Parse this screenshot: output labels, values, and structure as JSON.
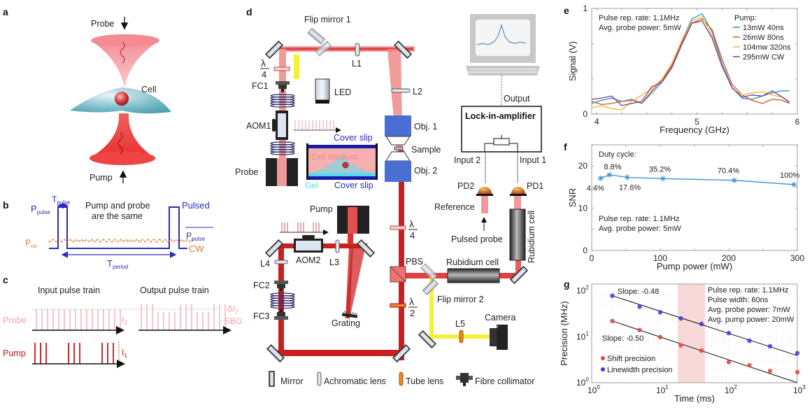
{
  "panels": {
    "a": {
      "label": "a",
      "probe": "Probe",
      "pump": "Pump",
      "cell": "Cell"
    },
    "b": {
      "label": "b",
      "t_pulse": "T",
      "t_pulse_sub": "pulse",
      "p_pulse": "P",
      "p_pulse_sub": "pulse",
      "title_line1": "Pump and probe",
      "title_line2": "are the same",
      "pulsed": "Pulsed",
      "p_pulse_avg": "P",
      "p_pulse_avg_sub": "pulse",
      "p_cw": "P",
      "p_cw_sub": "cw",
      "cw": "CW",
      "t_period": "T",
      "t_period_sub": "period",
      "colors": {
        "pulsed": "#2b2bb8",
        "cw": "#e07b2a"
      }
    },
    "c": {
      "label": "c",
      "input_title": "Input pulse train",
      "output_title": "Output pulse train",
      "probe": "Probe",
      "pump": "Pump",
      "i2": "I",
      "i2_sub": "2",
      "i1": "I",
      "i1_sub": "1",
      "delta_i2": "ΔI",
      "delta_i2_sub": "2",
      "sbg": "SBG",
      "colors": {
        "probe": "#f0a0a8",
        "pump": "#c4161c"
      }
    },
    "d": {
      "label": "d",
      "flip_mirror_1": "Flip mirror 1",
      "flip_mirror_2": "Flip mirror 2",
      "lambda": "λ",
      "quarter": "4",
      "half": "2",
      "fc1": "FC1",
      "fc2": "FC2",
      "fc3": "FC3",
      "aom1": "AOM1",
      "aom2": "AOM2",
      "probe": "Probe",
      "pump": "Pump",
      "led": "LED",
      "l1": "L1",
      "l2": "L2",
      "l3": "L3",
      "l4": "L4",
      "l5": "L5",
      "obj1": "Obj. 1",
      "obj2": "Obj. 2",
      "sample": "Sample",
      "cover_slip_top": "Cover slip",
      "cover_slip_bottom": "Cover slip",
      "cell_medium": "Cell medium",
      "gel": "Gel",
      "output": "Output",
      "lock_in": "Lock-in-amplifier",
      "input1": "Input 1",
      "input2": "Input 2",
      "pd1": "PD1",
      "pd2": "PD2",
      "reference": "Reference",
      "pulsed_probe": "Pulsed probe",
      "rubidium_cell_h": "Rubidium cell",
      "rubidium_cell_v": "Rubidium cell",
      "pbs": "PBS",
      "grating": "Grating",
      "camera": "Camera",
      "legend": {
        "mirror": "Mirror",
        "achromatic_lens": "Achromatic lens",
        "tube_lens": "Tube lens",
        "fibre_collimator": "Fibre collimator"
      },
      "colors": {
        "beam": "#d42a2a",
        "beam_light": "#f5a0a0",
        "led_beam": "#f5f03a",
        "objective": "#4a6fd4",
        "tube_lens": "#e8891c"
      }
    }
  },
  "chart_data": [
    {
      "id": "e",
      "label": "e",
      "type": "line",
      "title": "",
      "xlabel": "Frequency (GHz)",
      "ylabel": "Signal (V)",
      "xlim": [
        3.95,
        6.0
      ],
      "ylim": [
        0,
        1
      ],
      "xticks": [
        "4",
        "5",
        "6"
      ],
      "xtick_values": [
        4,
        5,
        6
      ],
      "yticks": [
        "0",
        "1"
      ],
      "ytick_values": [
        0,
        1
      ],
      "annotation_lines": [
        "Pulse rep. rate: 1.1MHz",
        "Avg. probe power: 5mW"
      ],
      "legend_title": "Pump:",
      "legend_position": "top-right",
      "x": [
        3.95,
        4.05,
        4.15,
        4.25,
        4.35,
        4.45,
        4.55,
        4.65,
        4.75,
        4.85,
        4.95,
        5.05,
        5.15,
        5.25,
        5.35,
        5.45,
        5.55,
        5.65,
        5.75,
        5.85,
        5.92
      ],
      "series": [
        {
          "name": "13mW 40ns",
          "color": "#2a8fc4",
          "values": [
            0.1,
            0.13,
            0.15,
            0.12,
            0.14,
            0.1,
            0.2,
            0.3,
            0.45,
            0.7,
            0.9,
            0.95,
            0.78,
            0.48,
            0.25,
            0.15,
            0.14,
            0.17,
            0.2,
            0.22,
            0.22
          ]
        },
        {
          "name": "26mW 80ns",
          "color": "#d4582a",
          "values": [
            0.12,
            0.09,
            0.1,
            0.12,
            0.13,
            0.1,
            0.22,
            0.32,
            0.46,
            0.68,
            0.86,
            0.9,
            0.8,
            0.52,
            0.28,
            0.18,
            0.13,
            0.1,
            0.14,
            0.13,
            0.1
          ]
        },
        {
          "name": "104mw 320ns",
          "color": "#e8b830",
          "values": [
            0.06,
            0.08,
            0.05,
            0.04,
            0.12,
            0.18,
            0.24,
            0.33,
            0.48,
            0.7,
            0.88,
            0.92,
            0.74,
            0.46,
            0.24,
            0.18,
            0.2,
            0.21,
            0.18,
            0.16,
            0.12
          ]
        },
        {
          "name": "295mW CW",
          "color": "#7a3d9a",
          "values": [
            0.14,
            0.15,
            0.17,
            0.08,
            0.1,
            0.12,
            0.26,
            0.3,
            0.44,
            0.66,
            0.86,
            0.88,
            0.72,
            0.45,
            0.25,
            0.16,
            0.18,
            0.17,
            0.22,
            0.16,
            0.11
          ]
        }
      ]
    },
    {
      "id": "f",
      "label": "f",
      "type": "line",
      "xlabel": "Pump power (mW)",
      "ylabel": "SNR",
      "xlim": [
        0,
        300
      ],
      "ylim": [
        0,
        25
      ],
      "xticks": [
        "0",
        "100",
        "200",
        "300"
      ],
      "xtick_values": [
        0,
        100,
        200,
        300
      ],
      "yticks": [
        "0",
        "10",
        "20"
      ],
      "ytick_values": [
        0,
        10,
        20
      ],
      "annotation_title": "Duty cycle:",
      "annotation_lines": [
        "Pulse rep. rate: 1.1MHz",
        "Avg. probe power: 5mW"
      ],
      "series": [
        {
          "name": "SNR",
          "color": "#3a8fd0",
          "x": [
            13,
            26,
            52,
            104,
            208,
            295
          ],
          "values": [
            17.1,
            17.9,
            17.3,
            17.0,
            16.6,
            15.6
          ],
          "point_labels": [
            "4.4%",
            "8.8%",
            "17.6%",
            "35.2%",
            "70.4%",
            "100%"
          ]
        }
      ]
    },
    {
      "id": "g",
      "label": "g",
      "type": "scatter",
      "xlabel": "Time (ms)",
      "ylabel": "Precision (MHz)",
      "xscale": "log",
      "yscale": "log",
      "xlim": [
        1,
        1000
      ],
      "ylim": [
        1,
        140
      ],
      "xticks": [
        "10",
        "10",
        "10",
        "10"
      ],
      "xtick_exponents": [
        "0",
        "1",
        "2",
        "3"
      ],
      "xtick_values": [
        1,
        10,
        100,
        1000
      ],
      "yticks": [
        "10",
        "10",
        "10"
      ],
      "ytick_exponents": [
        "0",
        "1",
        "2"
      ],
      "ytick_values": [
        1,
        10,
        100
      ],
      "highlight_band": [
        18,
        45
      ],
      "annotation_lines": [
        "Pulse rep. rate: 1.1MHz",
        "Pulse width: 60ns",
        "Avg. probe power: 7mW",
        "Avg. pump power: 20mW"
      ],
      "legend_position": "bottom-left",
      "x": [
        2,
        5,
        10,
        20,
        40,
        100,
        200,
        400,
        1000
      ],
      "series": [
        {
          "name": "Shift precision",
          "color": "#e84040",
          "values": [
            22,
            14,
            9.8,
            6.5,
            5.0,
            2.8,
            2.4,
            1.8,
            1.7
          ],
          "fit_slope_label": "Slope: -0.50",
          "fit": [
            22,
            1.0
          ]
        },
        {
          "name": "Linewidth precision",
          "color": "#3a3ae0",
          "values": [
            78,
            45,
            34,
            25,
            19,
            12,
            8.2,
            6.2,
            4.4
          ],
          "fit_slope_label": "Slope: -0.48",
          "fit": [
            78,
            3.9
          ]
        }
      ]
    }
  ]
}
